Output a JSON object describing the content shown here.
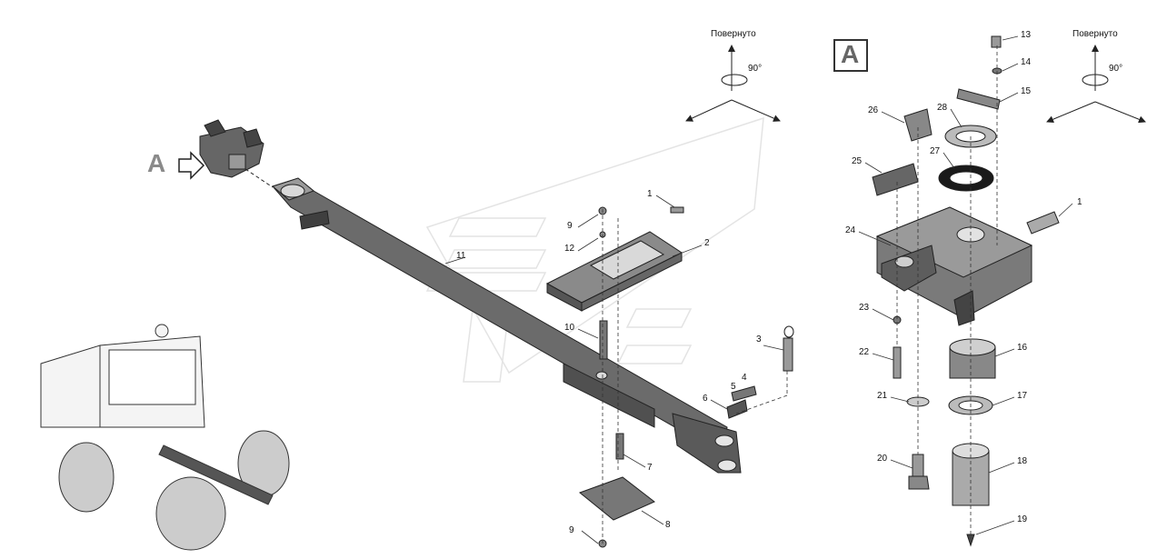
{
  "rotation_left": {
    "caption": "Повернуто",
    "angle": "90°"
  },
  "rotation_right": {
    "caption": "Повернуто",
    "angle": "90°"
  },
  "view_marker_left": "A",
  "view_marker_right": "A",
  "callouts": {
    "c1": "1",
    "c2": "2",
    "c3": "3",
    "c4": "4",
    "c5": "5",
    "c6": "6",
    "c7": "7",
    "c8": "8",
    "c9a": "9",
    "c9b": "9",
    "c10": "10",
    "c11": "11",
    "c12": "12",
    "c1r": "1",
    "c13": "13",
    "c14": "14",
    "c15": "15",
    "c16": "16",
    "c17": "17",
    "c18": "18",
    "c19": "19",
    "c20": "20",
    "c21": "21",
    "c22": "22",
    "c23": "23",
    "c24": "24",
    "c25": "25",
    "c26": "26",
    "c27": "27",
    "c28": "28"
  }
}
